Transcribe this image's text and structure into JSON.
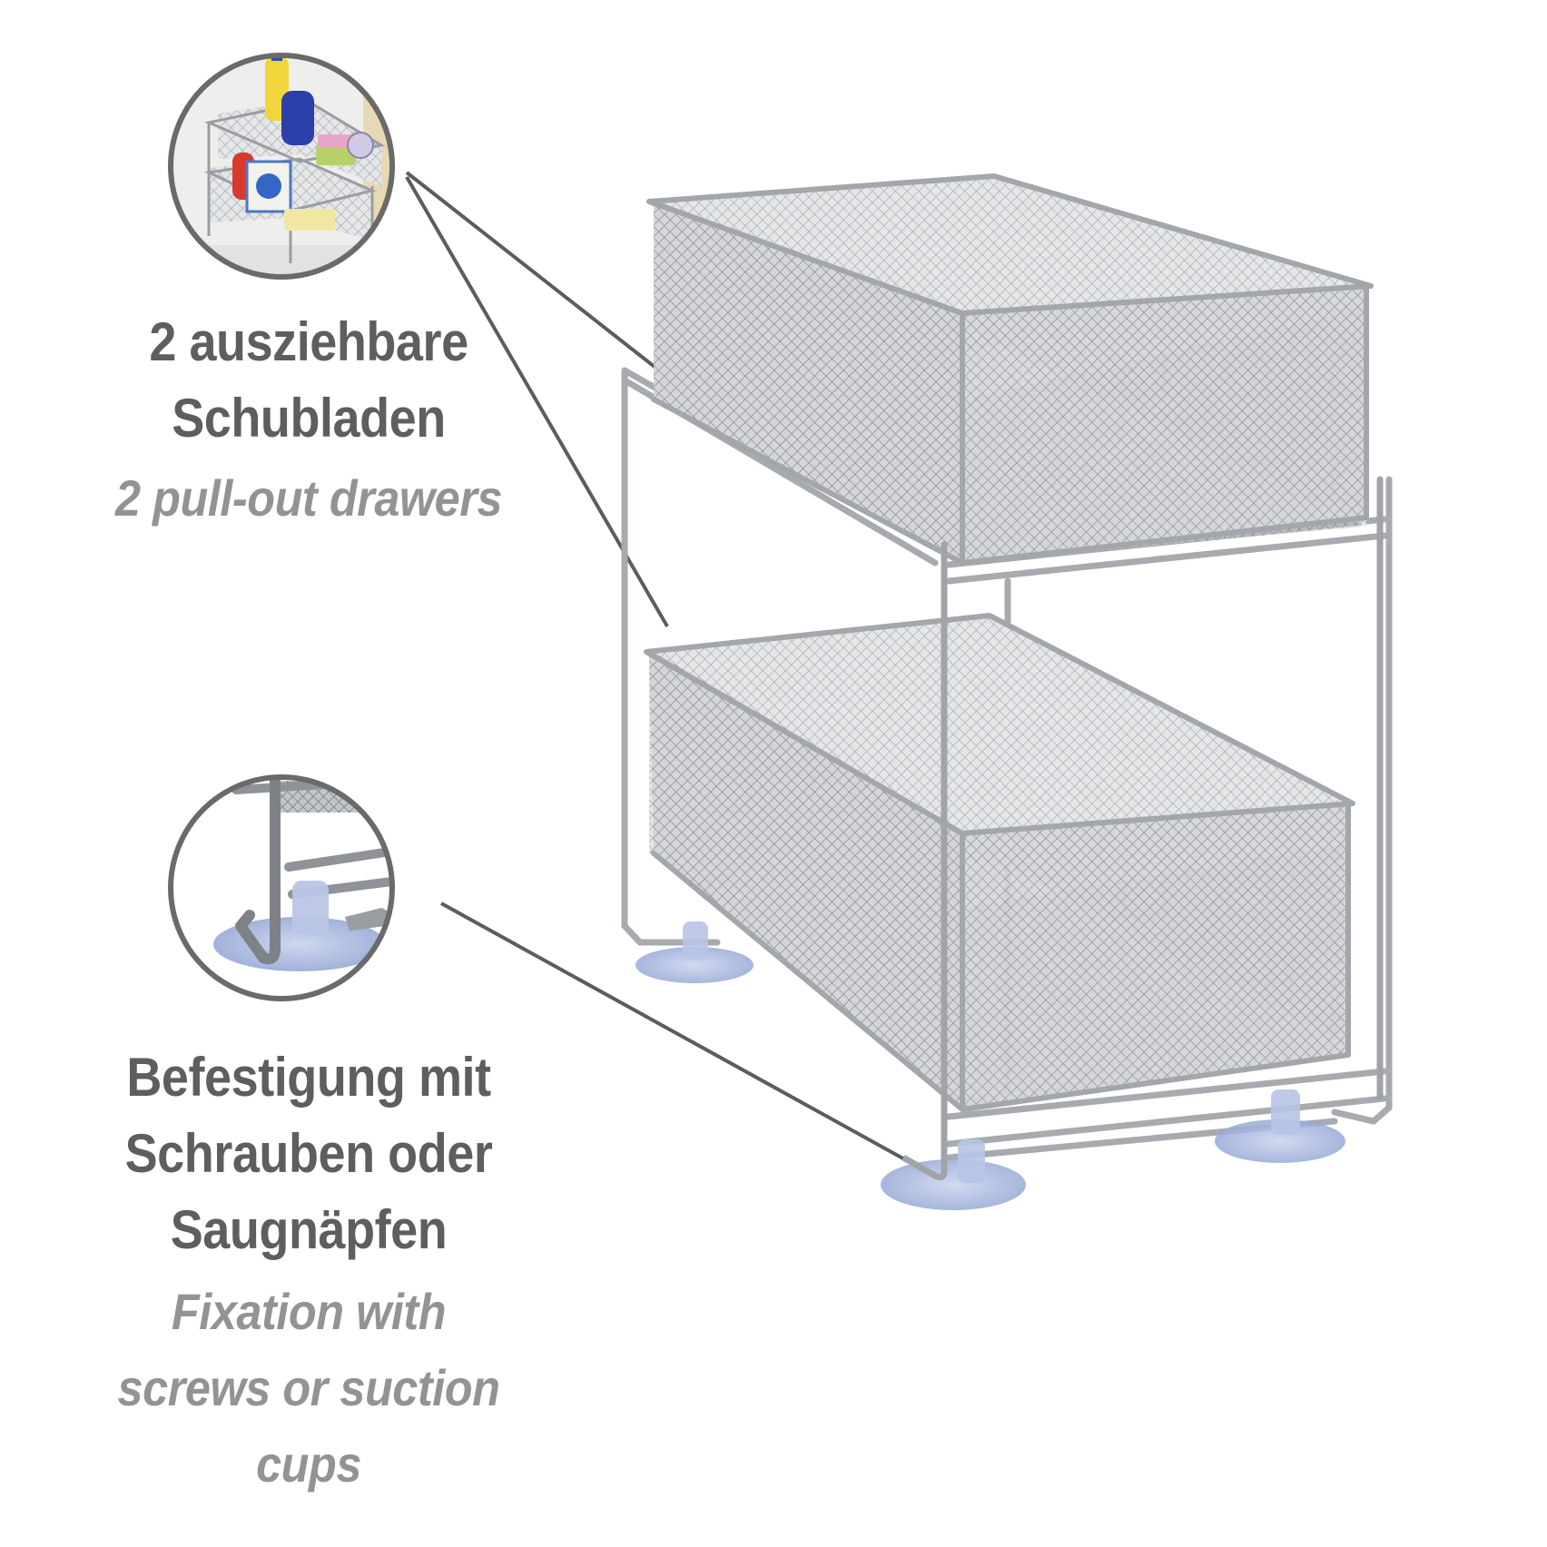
{
  "callouts": {
    "top": {
      "de_lines": [
        "2 ausziehbare",
        "Schubladen"
      ],
      "en_lines": [
        "2 pull-out drawers"
      ],
      "inset_subject": "rack-in-cabinet-with-cleaning-products"
    },
    "bottom": {
      "de_lines": [
        "Befestigung mit",
        "Schrauben oder",
        "Saugnäpfen"
      ],
      "en_lines": [
        "Fixation with",
        "screws or suction",
        "cups"
      ],
      "inset_subject": "suction-cup-foot-closeup"
    }
  },
  "product": {
    "type": "2-tier pull-out mesh basket rack",
    "material_color": "#b9bcbf",
    "suction_cup_color": "#a9b9de"
  },
  "colors": {
    "german_text": "#5e5e5e",
    "english_text": "#939393",
    "callout_line": "#5c5c5c",
    "inset_ring": "#6a6a6a",
    "background": "#ffffff"
  }
}
